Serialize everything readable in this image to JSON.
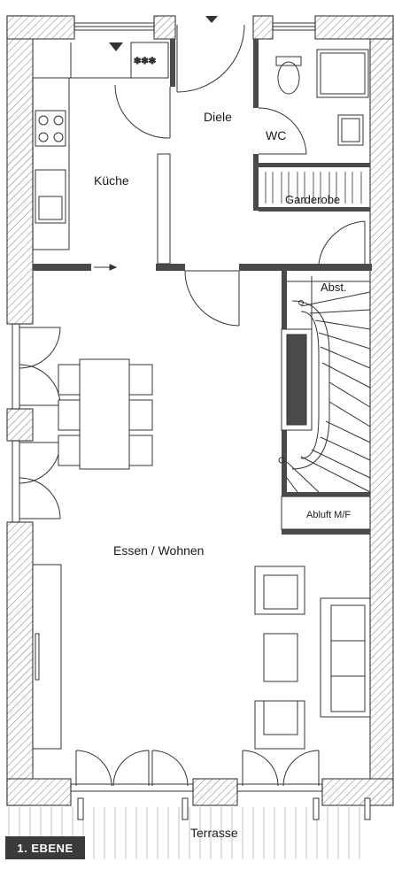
{
  "rooms": {
    "kitchen": "Küche",
    "hall": "Diele",
    "wc": "WC",
    "wardrobe": "Garderobe",
    "storage": "Abst.",
    "exhaust": "Abluft M/F",
    "living": "Essen / Wohnen",
    "terrace": "Terrasse"
  },
  "level": "1. EBENE",
  "colors": {
    "wall": "#4a4a4a",
    "hatch": "#7a7a7a",
    "line": "#333333",
    "badge": "#3a3a3a"
  }
}
